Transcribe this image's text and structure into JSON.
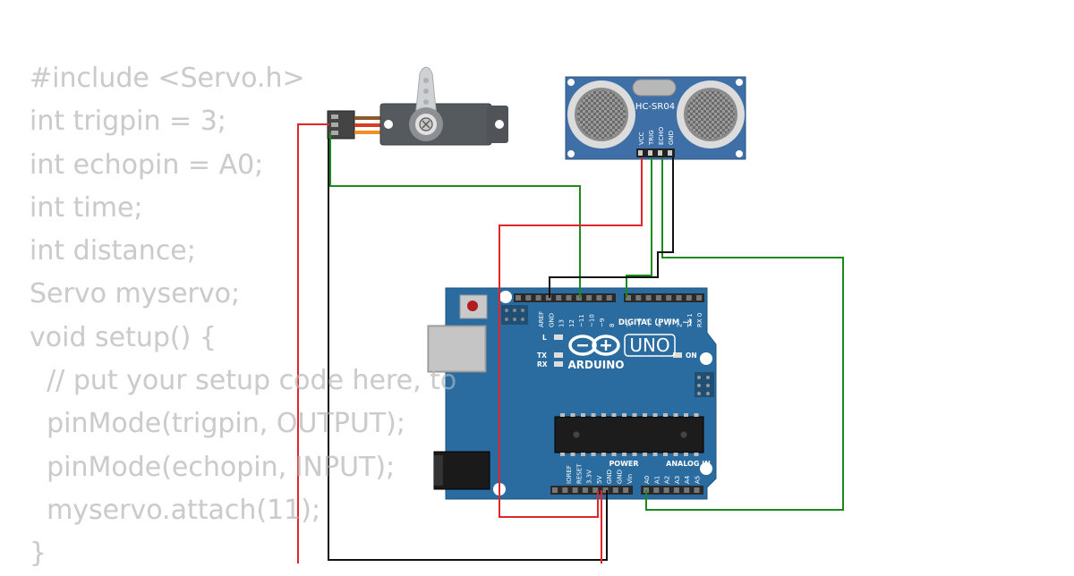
{
  "code_lines": [
    "#include <Servo.h>",
    "int trigpin = 3;",
    "int echopin = A0;",
    "int time;",
    "int distance;",
    "Servo myservo;",
    "void setup() {",
    "  // put your setup code here, to",
    "  pinMode(trigpin, OUTPUT);",
    "  pinMode(echopin, INPUT);",
    "  myservo.attach(11);",
    "}"
  ],
  "sensor": {
    "model": "HC-SR04",
    "pins": [
      "VCC",
      "TRIG",
      "ECHO",
      "GND"
    ]
  },
  "arduino": {
    "brand": "ARDUINO",
    "model": "UNO",
    "digital_label": "DIGITAL (PWM ~)",
    "power_label": "POWER",
    "analog_label": "ANALOG IN",
    "led_l": "L",
    "led_tx": "TX",
    "led_rx": "RX",
    "led_on": "ON",
    "digital_pins": [
      "AREF",
      "GND",
      "13",
      "12",
      "~11",
      "~10",
      "~9",
      "8",
      "7",
      "~6",
      "~5",
      "4",
      "~3",
      "2",
      "TX 1",
      "RX 0"
    ],
    "power_pins": [
      "IOREF",
      "RESET",
      "3.3V",
      "5V",
      "GND",
      "GND",
      "Vin"
    ],
    "analog_pins": [
      "A0",
      "A1",
      "A2",
      "A3",
      "A4",
      "A5"
    ]
  },
  "colors": {
    "wire_power": "#e0262a",
    "wire_ground": "#111111",
    "wire_signal": "#1d8a1d",
    "board": "#2a6c9f",
    "sensor_board": "#3e6fa6"
  }
}
